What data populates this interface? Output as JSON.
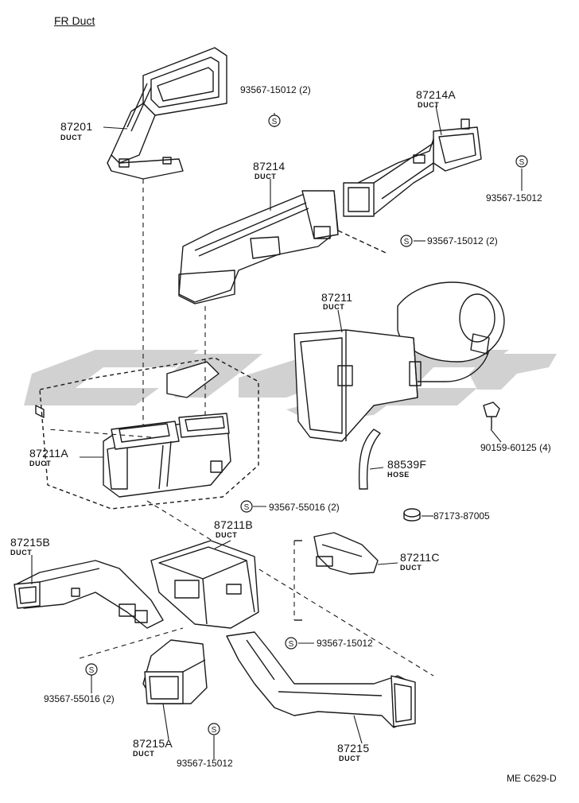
{
  "diagram": {
    "title": "FR Duct",
    "footer_code": "ME C629-D",
    "colors": {
      "line": "#1a1a1a",
      "watermark": "#c9c9c9"
    },
    "labels": {
      "p87201": "87201",
      "p87201_sub": "DUCT",
      "p87214A": "87214A",
      "p87214A_sub": "DUCT",
      "p87214": "87214",
      "p87214_sub": "DUCT",
      "p87211": "87211",
      "p87211_sub": "DUCT",
      "p87211A": "87211A",
      "p87211A_sub": "DUCT",
      "p88539F": "88539F",
      "p88539F_sub": "HOSE",
      "p87211B": "87211B",
      "p87211B_sub": "DUCT",
      "p87215B": "87215B",
      "p87215B_sub": "DUCT",
      "p87211C": "87211C",
      "p87211C_sub": "DUCT",
      "p87215A": "87215A",
      "p87215A_sub": "DUCT",
      "p87215": "87215",
      "p87215_sub": "DUCT",
      "s1": "93567-15012 (2)",
      "s2": "93567-15012",
      "s3": "93567-15012 (2)",
      "s4": "93567-55016 (2)",
      "s5": "93567-15012",
      "s6": "93567-55016 (2)",
      "s7": "93567-15012",
      "b1": "90159-60125 (4)",
      "n1": "87173-87005",
      "screw_symbol": "S"
    }
  }
}
